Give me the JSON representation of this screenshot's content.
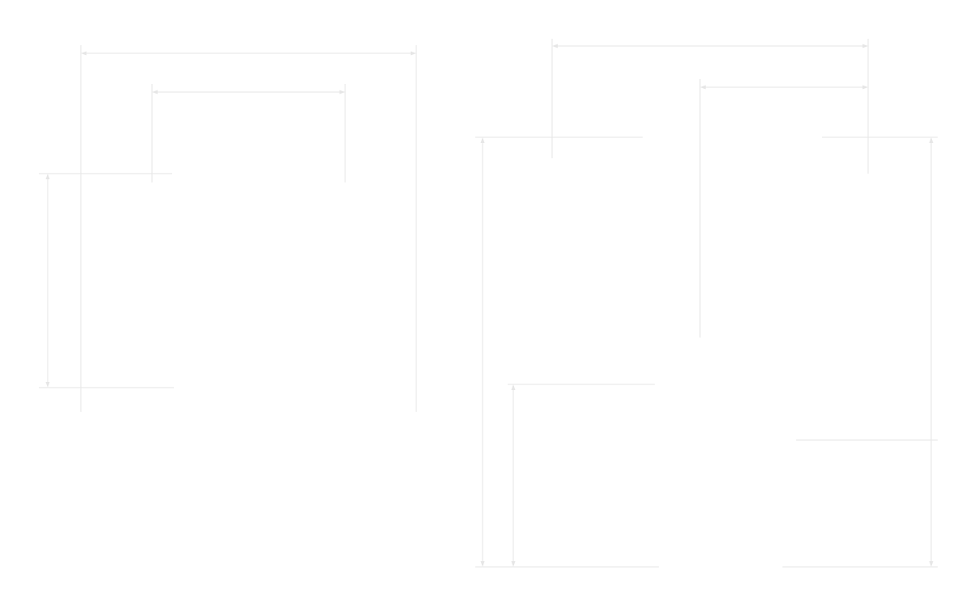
{
  "drawing": {
    "background_color": "#ffffff",
    "line_color": "#ececec",
    "dimension_color": "#e6e6e6",
    "labels_visible": false
  },
  "left_drawing": {
    "dimensions": [
      {
        "name": "overall-width-dimension",
        "orientation": "horizontal",
        "label": ""
      },
      {
        "name": "inner-width-dimension",
        "orientation": "horizontal",
        "label": ""
      },
      {
        "name": "height-dimension",
        "orientation": "vertical",
        "label": ""
      }
    ]
  },
  "right_drawing": {
    "dimensions": [
      {
        "name": "overall-width-dimension",
        "orientation": "horizontal",
        "label": ""
      },
      {
        "name": "inner-width-dimension",
        "orientation": "horizontal",
        "label": ""
      },
      {
        "name": "outer-height-dimension",
        "orientation": "vertical",
        "label": ""
      },
      {
        "name": "lower-height-dimension",
        "orientation": "vertical",
        "label": ""
      }
    ]
  }
}
